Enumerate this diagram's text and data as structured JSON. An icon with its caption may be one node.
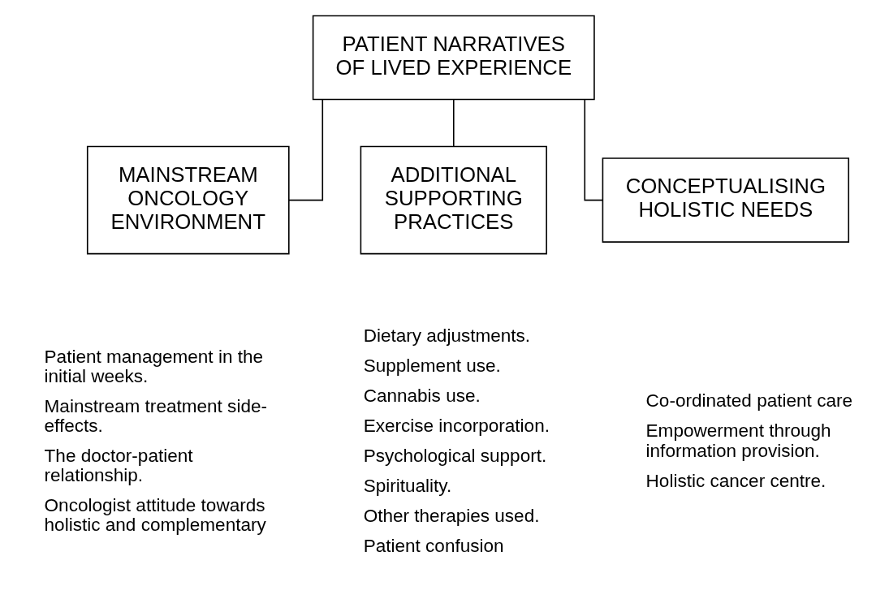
{
  "diagram": {
    "nodes": [
      {
        "text": [
          "PATIENT NARRATIVES OF LIVED EXPERIENCE"
        ]
      },
      {
        "text": [
          "MAINSTREAM ONCOLOGY ENVIRONMENT"
        ],
        "beside": [
          "Patient management in the initial weeks.",
          "Mainstream treatment side-effects.",
          "The doctor-patient relationship.",
          "Oncologist attitude towards holistic and complementary"
        ]
      },
      {
        "text": [
          "ADDITIONAL SUPPORTING PRACTICES"
        ],
        "beside": [
          "Dietary adjustments.",
          "Supplement use.",
          "Cannabis use.",
          "Exercise incorporation.",
          "Psychological support.",
          "Spirituality.",
          "Other therapies used.",
          "Patient confusion"
        ]
      },
      {
        "text": [
          "CONCEPTUALISING HOLISTIC NEEDS"
        ],
        "beside": [
          "Co-ordinated patient care",
          "Empowerment through information provision.",
          "Holistic cancer centre."
        ]
      }
    ],
    "edges": [
      {
        "from": 0,
        "to": 1,
        "arrow": "none"
      },
      {
        "from": 0,
        "to": 2,
        "arrow": "none"
      },
      {
        "from": 0,
        "to": 3,
        "arrow": "none"
      }
    ]
  }
}
